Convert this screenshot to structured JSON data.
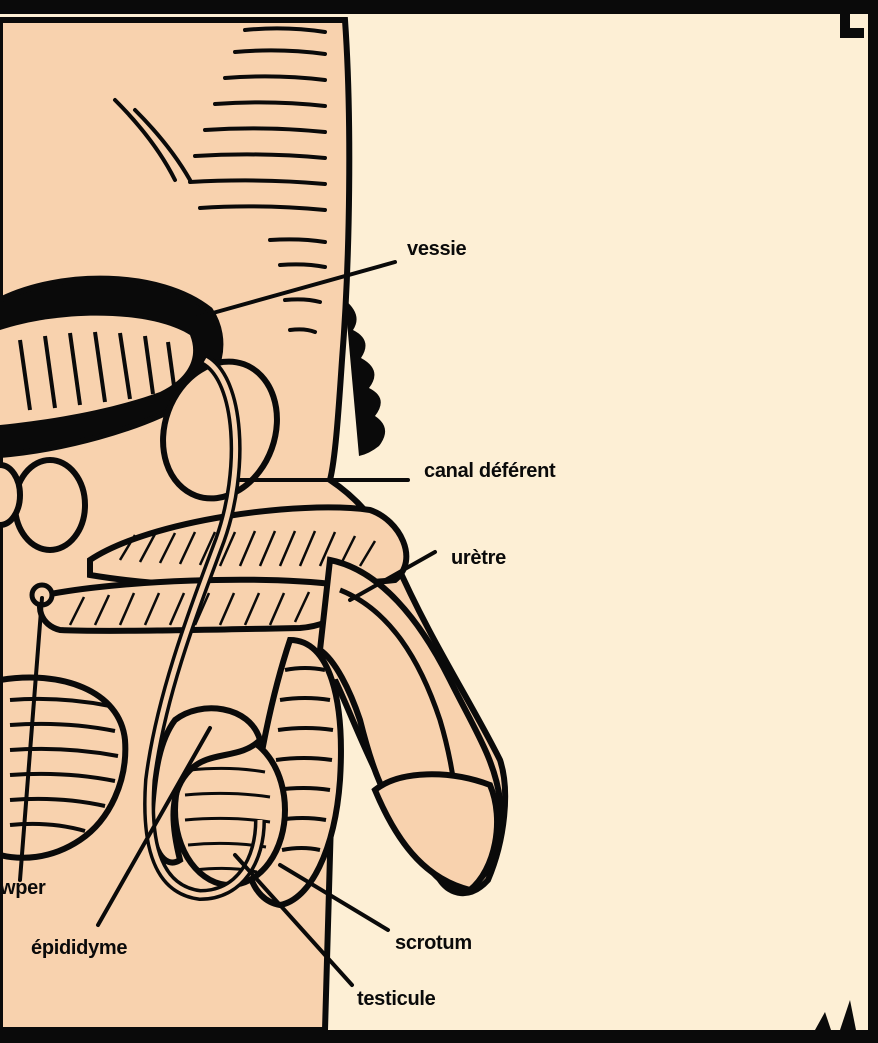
{
  "labels": {
    "vessie": "vessie",
    "canal_deferent": "canal déférent",
    "uretre": "urètre",
    "cowper": "wper",
    "epididyme": "épididyme",
    "scrotum": "scrotum",
    "testicule": "testicule"
  },
  "colors": {
    "background": "#fdefd5",
    "skin": "#f8d2ae",
    "outline": "#0a0a0a"
  }
}
